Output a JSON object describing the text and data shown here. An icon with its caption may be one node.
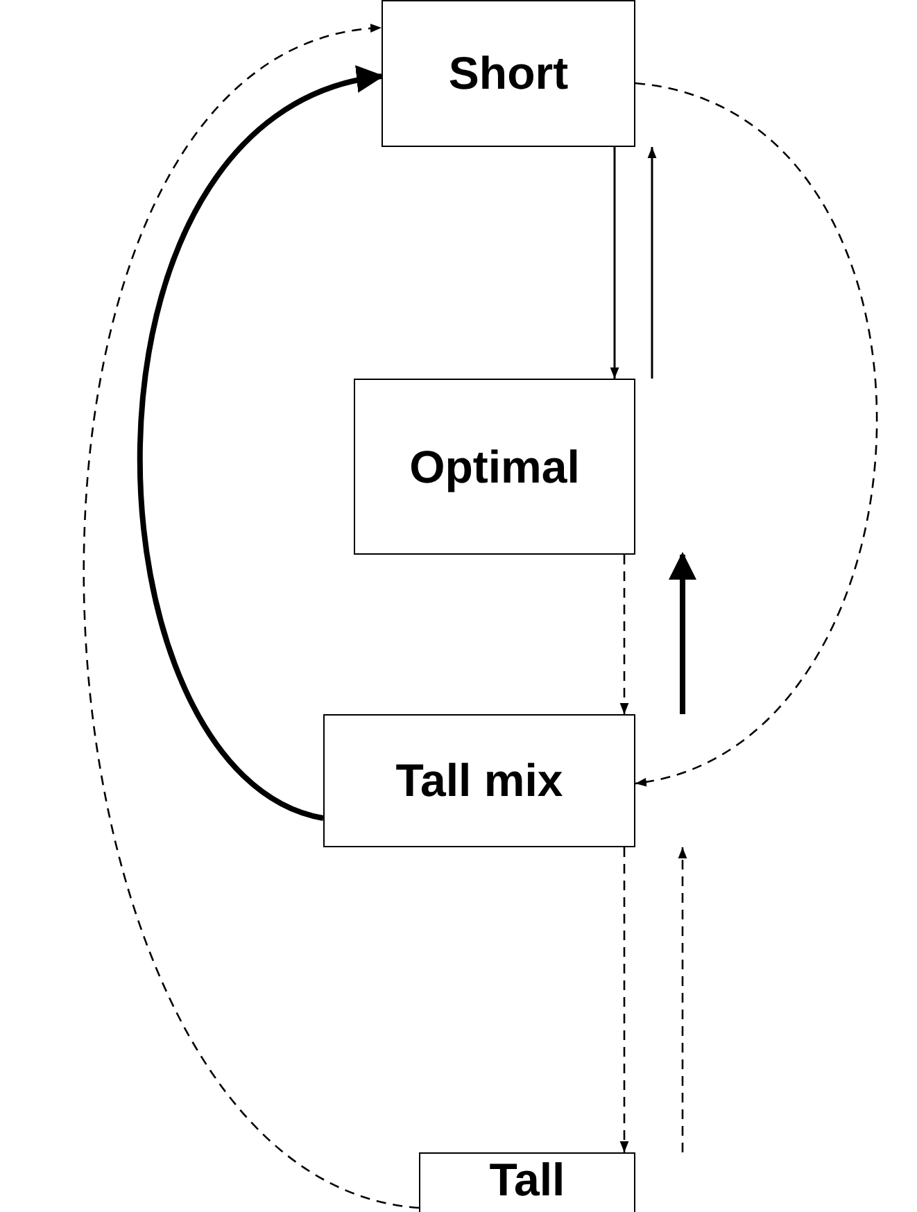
{
  "diagram": {
    "nodes": [
      {
        "text": [
          "Short"
        ]
      },
      {
        "text": [
          "Optimal"
        ]
      },
      {
        "text": [
          "Tall mix"
        ]
      },
      {
        "text": [
          "Tall"
        ]
      }
    ],
    "edges": [
      {
        "from": 0,
        "to": 1,
        "arrow": "to"
      },
      {
        "from": 1,
        "to": 0,
        "arrow": "to"
      },
      {
        "from": 1,
        "to": 2,
        "arrow": "to",
        "style": "dashed"
      },
      {
        "from": 2,
        "to": 1,
        "arrow": "to",
        "style": "thick"
      },
      {
        "from": 2,
        "to": 3,
        "arrow": "to",
        "style": "dashed"
      },
      {
        "from": 3,
        "to": 2,
        "arrow": "to",
        "style": "dashed"
      },
      {
        "from": 2,
        "to": 0,
        "arrow": "to",
        "style": "thick"
      },
      {
        "from": 3,
        "to": 0,
        "arrow": "to",
        "style": "dashed"
      },
      {
        "from": 0,
        "to": 2,
        "arrow": "to",
        "style": "dashed"
      }
    ]
  }
}
